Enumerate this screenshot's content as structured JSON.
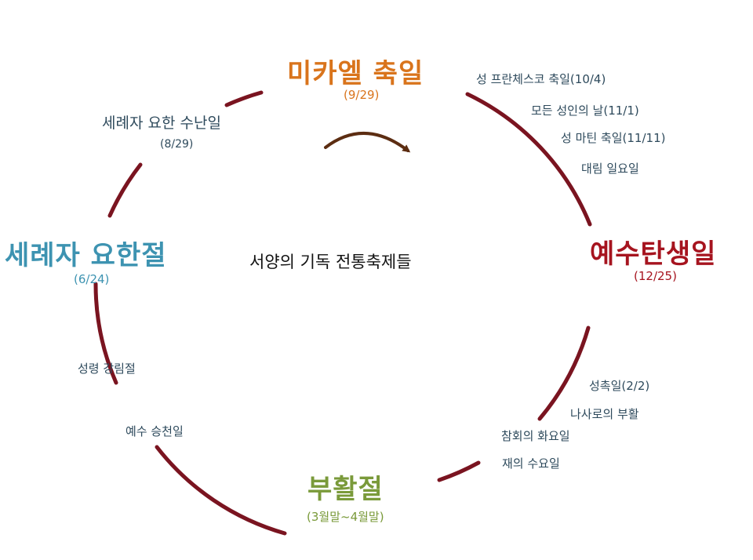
{
  "title": "서양의 기독 전통축제들",
  "colors": {
    "ring": "#7a1420",
    "arrow": "#5c2d12",
    "michaelmas": "#d9741c",
    "christmas": "#a6141f",
    "easter": "#7a9a3a",
    "baptist": "#3d93b1",
    "minor_text": "#2e4a5c"
  },
  "major_feasts": {
    "michaelmas": {
      "name": "미카엘 축일",
      "date": "(9/29)"
    },
    "christmas": {
      "name": "예수탄생일",
      "date": "(12/25)"
    },
    "easter": {
      "name": "부활절",
      "date": "(3월말~4월말)"
    },
    "baptist_nativity": {
      "name": "세례자 요한절",
      "date": "(6/24)"
    }
  },
  "minor_feasts": {
    "baptist_passion": {
      "name": "세례자 요한 수난일",
      "date": "(8/29)"
    },
    "francis": "성 프란체스코 축일(10/4)",
    "all_saints": "모든 성인의 날(11/1)",
    "martin": "성 마틴 축일(11/11)",
    "advent": "대림 일요일",
    "candlemas": "성촉일(2/2)",
    "lazarus": "나사로의 부활",
    "shrove_tuesday": "참회의 화요일",
    "ash_wednesday": "재의 수요일",
    "pentecost": "성령 강림절",
    "ascension": "예수 승천일"
  }
}
